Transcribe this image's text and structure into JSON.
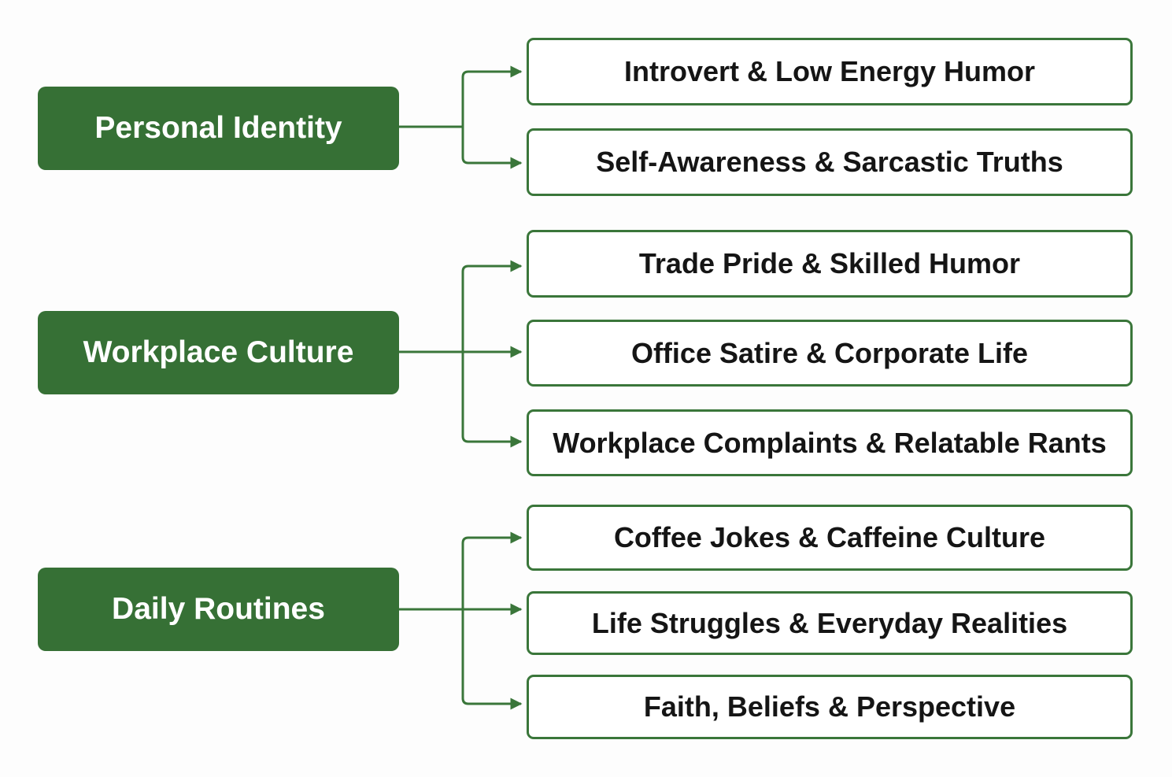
{
  "colors": {
    "category_fill": "#367035",
    "subtopic_border": "#3a763a",
    "connector": "#3a763a",
    "category_text": "#ffffff",
    "subtopic_text": "#151515"
  },
  "groups": [
    {
      "category": "Personal Identity",
      "subtopics": [
        "Introvert & Low Energy Humor",
        "Self-Awareness & Sarcastic Truths"
      ]
    },
    {
      "category": "Workplace Culture",
      "subtopics": [
        "Trade Pride & Skilled Humor",
        "Office Satire & Corporate Life",
        "Workplace Complaints & Relatable Rants"
      ]
    },
    {
      "category": "Daily Routines",
      "subtopics": [
        "Coffee Jokes & Caffeine Culture",
        "Life Struggles & Everyday Realities",
        "Faith, Beliefs & Perspective"
      ]
    }
  ]
}
